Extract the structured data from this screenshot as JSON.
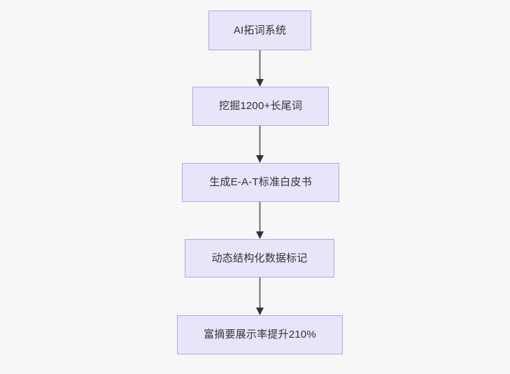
{
  "diagram": {
    "type": "flowchart",
    "direction": "top-to-bottom",
    "background_color": "#f7f7f7",
    "node_fill_color": "#e8e4fa",
    "node_border_color": "#b9a5e3",
    "node_text_color": "#333333",
    "edge_color": "#707070",
    "nodes": [
      {
        "id": "n1",
        "label": "AI拓词系统"
      },
      {
        "id": "n2",
        "label": "挖掘1200+长尾词"
      },
      {
        "id": "n3",
        "label": "生成E-A-T标准白皮书"
      },
      {
        "id": "n4",
        "label": "动态结构化数据标记"
      },
      {
        "id": "n5",
        "label": "富摘要展示率提升210%"
      }
    ],
    "edges": [
      {
        "from": "n1",
        "to": "n2"
      },
      {
        "from": "n2",
        "to": "n3"
      },
      {
        "from": "n3",
        "to": "n4"
      },
      {
        "from": "n4",
        "to": "n5"
      }
    ]
  }
}
